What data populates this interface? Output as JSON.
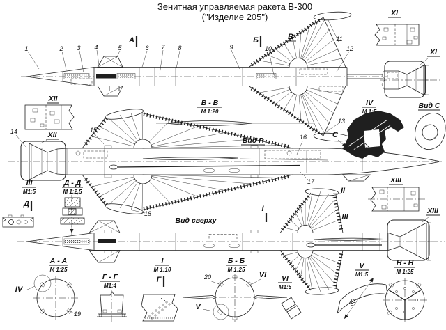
{
  "title": {
    "line1": "Зенитная управляемая ракета В-300",
    "line2": "(\"Изделие 205\")"
  },
  "views": {
    "vv": {
      "name": "В - В",
      "scale": "М 1:20"
    },
    "vid_r": {
      "name": "Вид Р"
    },
    "vid_s": {
      "name": "Вид С"
    },
    "vid_sverhu": {
      "name": "Вид сверху"
    },
    "iv": {
      "name": "IV",
      "scale": "М 1:5"
    },
    "iii": {
      "name": "III",
      "scale": "М1:5"
    },
    "dd": {
      "name": "Д - Д",
      "scale": "М 1:2,5"
    },
    "aa": {
      "name": "А - А",
      "scale": "М 1:25"
    },
    "gg": {
      "name": "Г - Г",
      "scale": "М1:4"
    },
    "i": {
      "name": "I",
      "scale": "М 1:10"
    },
    "bb": {
      "name": "Б - Б",
      "scale": "М 1:25"
    },
    "vi": {
      "name": "VI",
      "scale": "М1:5"
    },
    "v": {
      "name": "V",
      "scale": "М1:5"
    },
    "hh": {
      "name": "Н - Н",
      "scale": "М 1:25"
    }
  },
  "details": {
    "xi": "XI",
    "xii": "XII",
    "xiii": "XIII"
  },
  "markers": {
    "a": "А",
    "b": "Б",
    "v": "В",
    "d": "Д",
    "g": "Г",
    "s": "С",
    "i": "I",
    "ii": "II",
    "iii": "III",
    "iv": "IV",
    "v_rom": "V",
    "vi": "VI"
  },
  "callouts": [
    "1",
    "2",
    "3",
    "4",
    "5",
    "6",
    "7",
    "8",
    "9",
    "10",
    "11",
    "12",
    "13",
    "14",
    "15",
    "16",
    "17",
    "18",
    "19",
    "20"
  ],
  "dimensions": {
    "flare_width": "80"
  },
  "colors": {
    "ink": "#1f1f1f",
    "paper": "#ffffff"
  }
}
